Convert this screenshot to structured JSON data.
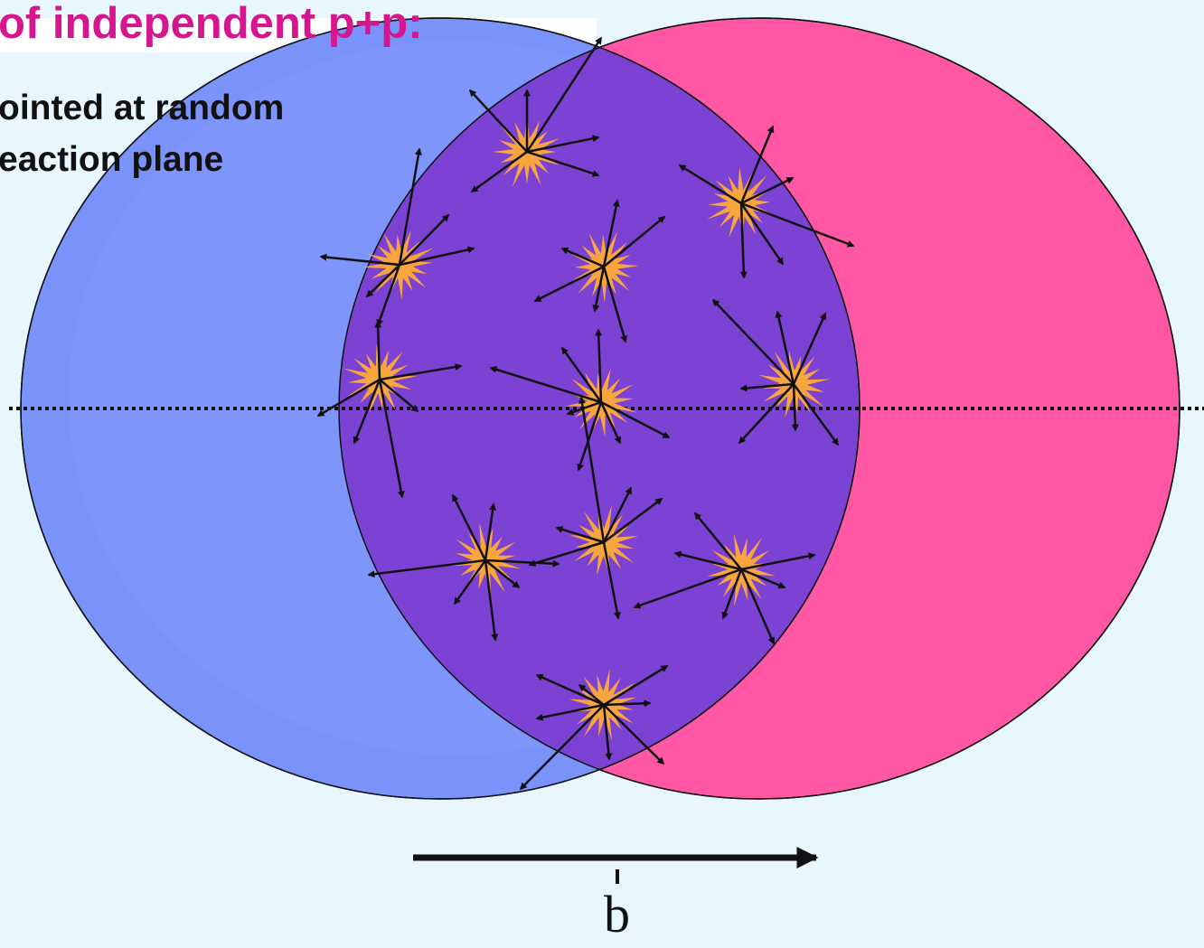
{
  "header": {
    "title": "of independent p+p:",
    "line1": "ointed at random",
    "line2": "eaction plane"
  },
  "vector": {
    "label": "b"
  },
  "colors": {
    "background": "#e8f6fd",
    "nucleus_left": "#7a93fb",
    "nucleus_right": "#ff57a4",
    "overlap": "#7b42d4",
    "collision": "#f9a53e",
    "title_text": "#d6168f",
    "body_text": "#111111"
  },
  "icons": {
    "collision": "starburst-icon",
    "momentum": "arrow-icon"
  }
}
